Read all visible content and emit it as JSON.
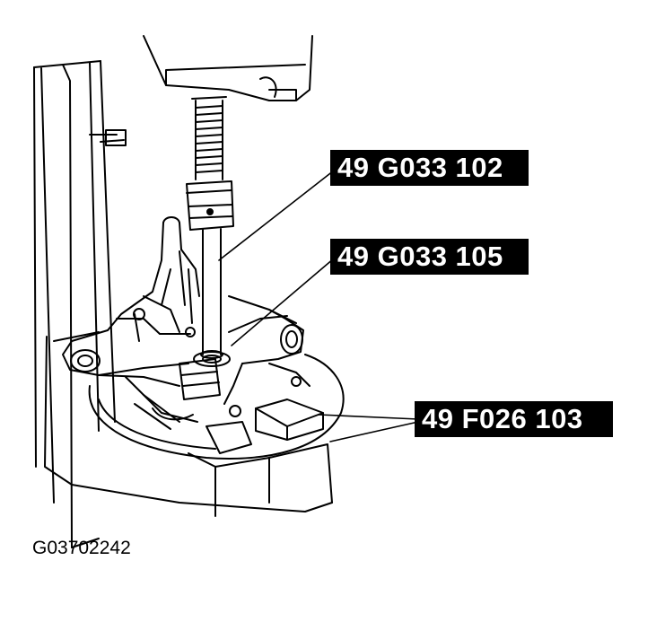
{
  "callouts": {
    "upper_tool": "49 G033 102",
    "middle_tool": "49 G033 105",
    "lower_tool": "49 F026 103"
  },
  "figure_id": "G03702242"
}
